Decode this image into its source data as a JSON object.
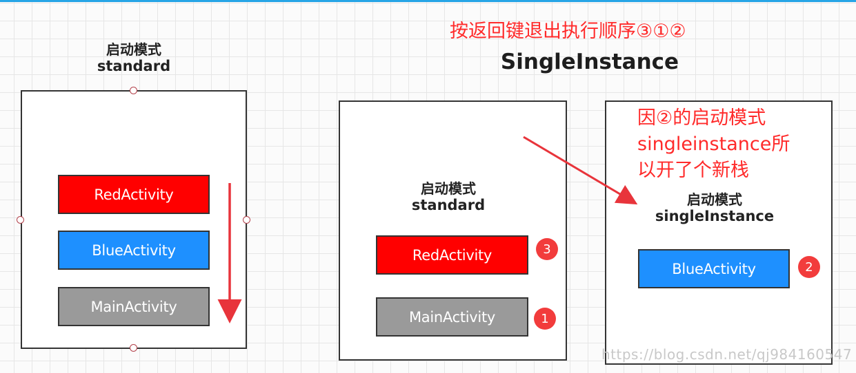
{
  "left_panel": {
    "mode_label": "启动模式",
    "mode_value": "standard",
    "activities": [
      "RedActivity",
      "BlueActivity",
      "MainActivity"
    ]
  },
  "heading": {
    "back_order": "按返回键退出执行顺序③①②",
    "title": "SingleInstance"
  },
  "middle_panel": {
    "mode_label": "启动模式",
    "mode_value": "standard",
    "activities": [
      "RedActivity",
      "MainActivity"
    ],
    "badges": [
      "3",
      "1"
    ]
  },
  "right_panel": {
    "note_lines": [
      "因②的启动模式",
      "singleinstance所",
      "以开了个新栈"
    ],
    "mode_label": "启动模式",
    "mode_value": "singleInstance",
    "activity": "BlueActivity",
    "badge": "2"
  },
  "watermark": "https://blog.csdn.net/qj984160547",
  "colors": {
    "red_activity": "#ff0000",
    "blue_activity": "#1e90ff",
    "main_activity": "#9a9a9a",
    "annotation": "#ff2a2a",
    "arrow": "#e8343b",
    "badge": "#f23c3c"
  }
}
